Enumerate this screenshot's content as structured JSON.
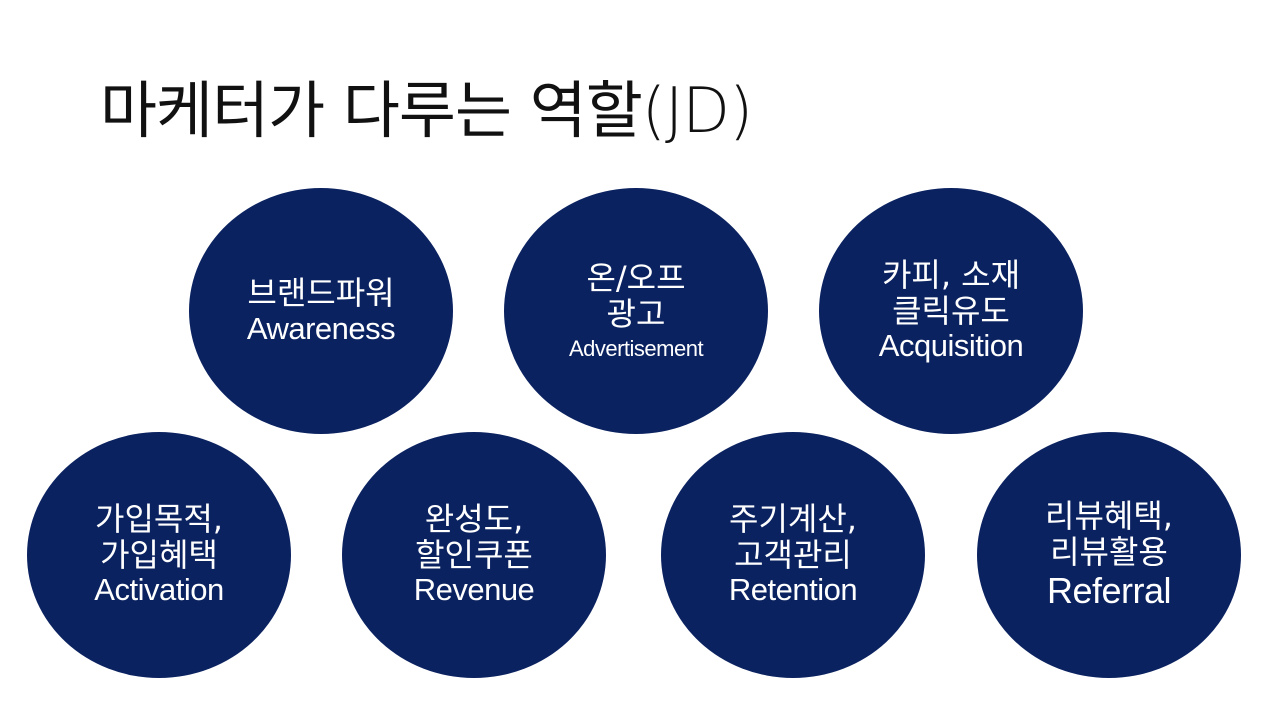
{
  "slide": {
    "title": "마케터가 다루는 역할(JD)",
    "accent_color": "#0b2260"
  },
  "circles": [
    {
      "lines": [
        "브랜드파워"
      ],
      "en": "Awareness"
    },
    {
      "lines": [
        "온/오프",
        "광고"
      ],
      "en": "Advertisement"
    },
    {
      "lines": [
        "카피, 소재",
        "클릭유도"
      ],
      "en": "Acquisition"
    },
    {
      "lines": [
        "가입목적,",
        "가입혜택"
      ],
      "en": "Activation"
    },
    {
      "lines": [
        "완성도,",
        "할인쿠폰"
      ],
      "en": "Revenue"
    },
    {
      "lines": [
        "주기계산,",
        "고객관리"
      ],
      "en": "Retention"
    },
    {
      "lines": [
        "리뷰혜택,",
        "리뷰활용"
      ],
      "en": "Referral"
    }
  ]
}
